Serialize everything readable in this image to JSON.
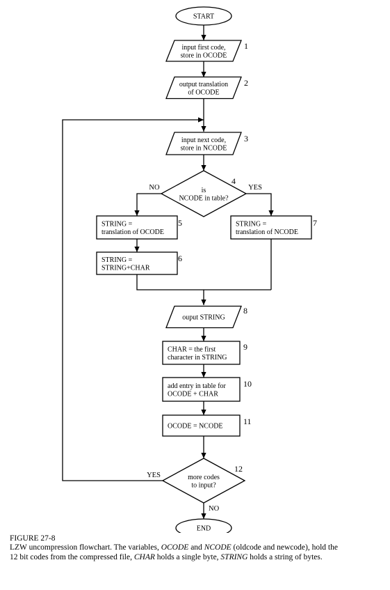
{
  "flowchart": {
    "start": "START",
    "end": "END",
    "steps": [
      {
        "num": "1",
        "lines": [
          "input first code,",
          "store in OCODE"
        ]
      },
      {
        "num": "2",
        "lines": [
          "output translation",
          "of OCODE"
        ]
      },
      {
        "num": "3",
        "lines": [
          "input next code,",
          "store in NCODE"
        ]
      },
      {
        "num": "4",
        "lines": [
          "is",
          "NCODE in table?"
        ]
      },
      {
        "num": "5",
        "lines": [
          "STRING =",
          "translation of OCODE"
        ]
      },
      {
        "num": "6",
        "lines": [
          "STRING =",
          "STRING+CHAR"
        ]
      },
      {
        "num": "7",
        "lines": [
          "STRING =",
          "translation of NCODE"
        ]
      },
      {
        "num": "8",
        "lines": [
          "ouput STRING"
        ]
      },
      {
        "num": "9",
        "lines": [
          "CHAR = the first",
          "character in STRING"
        ]
      },
      {
        "num": "10",
        "lines": [
          "add entry in table for",
          "OCODE + CHAR"
        ]
      },
      {
        "num": "11",
        "lines": [
          "OCODE = NCODE"
        ]
      },
      {
        "num": "12",
        "lines": [
          "more codes",
          "to input?"
        ]
      }
    ],
    "branches": {
      "d4_no": "NO",
      "d4_yes": "YES",
      "d12_yes": "YES",
      "d12_no": "NO"
    }
  },
  "caption": {
    "figure_label": "FIGURE 27-8",
    "line1_a": "LZW uncompression flowchart.  The variables, ",
    "var_ocode": "OCODE",
    "line1_b": " and ",
    "var_ncode": "NCODE",
    "line1_c": " (oldcode and newcode), hold the",
    "line2_a": "12 bit codes from the compressed file, ",
    "var_char": "CHAR",
    "line2_b": " holds a single byte, ",
    "var_string": "STRING",
    "line2_c": " holds a string of bytes."
  }
}
